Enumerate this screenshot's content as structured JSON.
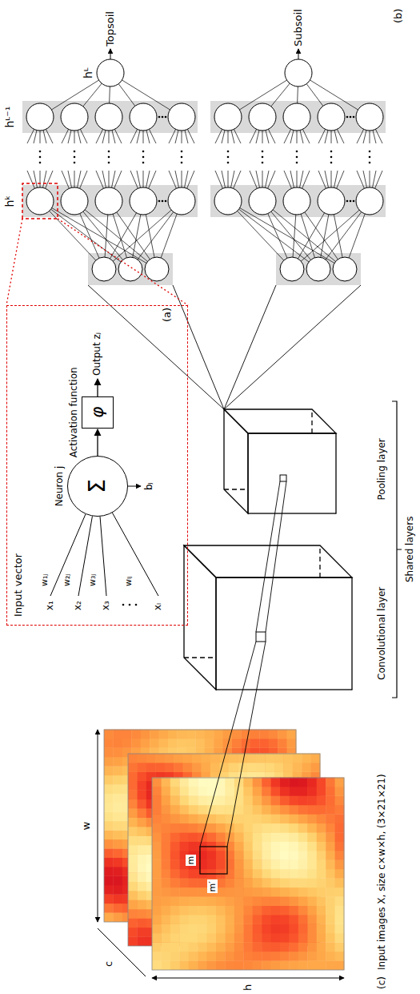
{
  "diagram": {
    "nodes": [
      {
        "text": [
          "Input vector",
          "(a)"
        ]
      },
      {
        "text": [
          "Neuron j",
          "Σ"
        ],
        "in": 0
      },
      {
        "text": [
          "Activation function",
          "φ"
        ],
        "in": 0
      }
    ],
    "edges": [
      {
        "from": 1,
        "to": 2,
        "arrow": "to"
      }
    ],
    "labels": [
      "hᵏ",
      "hᴸ⁻¹",
      "hᴸ",
      "Topsoil",
      "Subsoil",
      "(b)",
      "x₁",
      "x₂",
      "x₃",
      "xₗ",
      "w₁ⱼ",
      "w₂ⱼ",
      "w₃ⱼ",
      "wₗⱼ",
      "bⱼ",
      "Output zⱼ",
      "w",
      "h",
      "c",
      "m",
      "m′",
      "(c)",
      "Input images X, size c×w×h, (3×21×21)",
      "Convolutional layer",
      "Pooling layer",
      "Shared layers"
    ]
  }
}
